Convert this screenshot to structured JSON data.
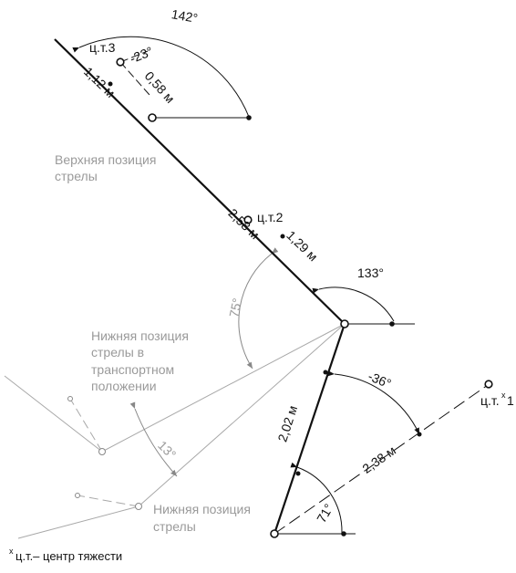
{
  "labels": {
    "angle_142": "142°",
    "ct3": "ц.т.3",
    "angle_m23": "-23°",
    "dist_112": "1,12 м",
    "dist_058": "0,58 м",
    "upper_position": [
      "Верхняя позиция",
      "стрелы"
    ],
    "ct2": "ц.т.2",
    "dist_258": "2,58 м",
    "dist_129": "1,29 м",
    "angle_133": "133°",
    "angle_75": "75°",
    "lower_transport": [
      "Нижняя позиция",
      "стрелы в",
      "транспортном",
      "положении"
    ],
    "angle_m36": "-36°",
    "ct1": "ц.т.",
    "ct1_sup": "x",
    "ct1_num": "1",
    "angle_13": "13°",
    "dist_202": "2,02 м",
    "dist_238": "2,38 м",
    "lower_position": [
      "Нижняя позиция",
      "стрелы"
    ],
    "angle_71": "71°",
    "footnote_sup": "x",
    "footnote": "ц.т.– центр тяжести"
  }
}
